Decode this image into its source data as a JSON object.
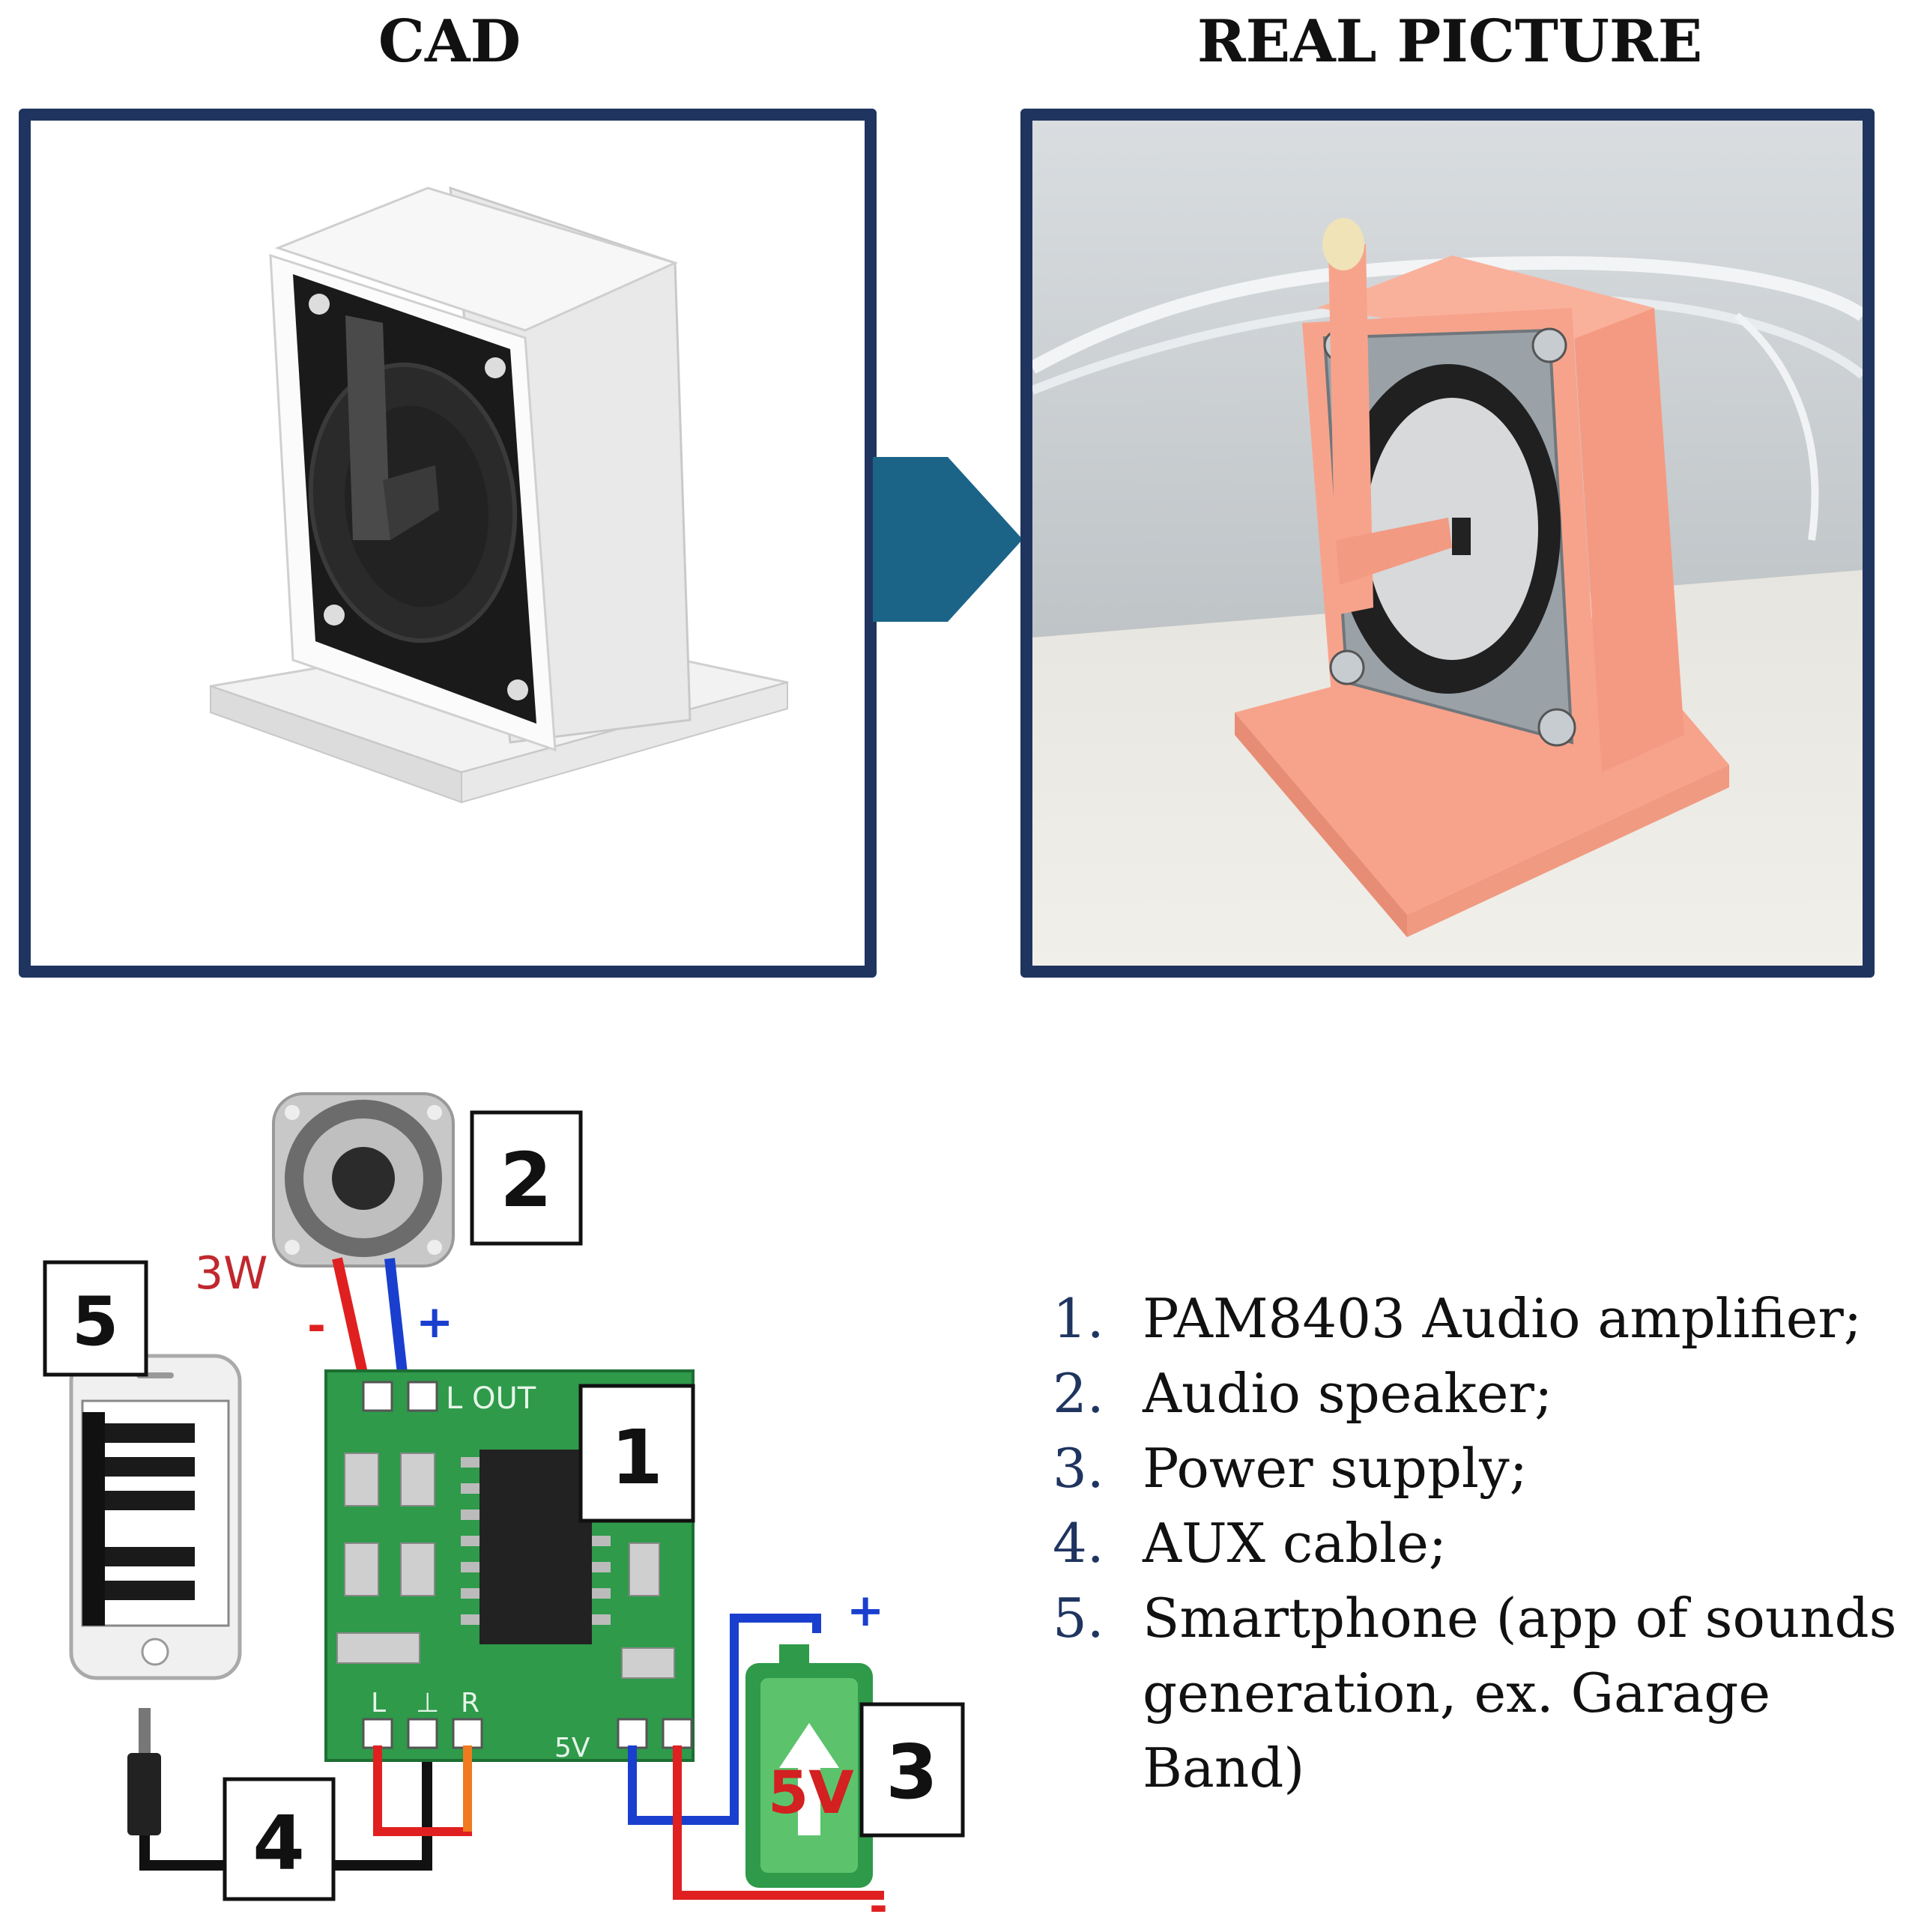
{
  "headings": {
    "cad": "CAD",
    "real_picture": "REAL PICTURE"
  },
  "circuit": {
    "callouts": [
      "1",
      "2",
      "3",
      "4",
      "5"
    ],
    "speaker_power": "3W",
    "minus": "-",
    "plus": "+",
    "board_label_out": "L OUT",
    "board_label_l": "L",
    "board_label_ground": "⊥",
    "board_label_r": "R",
    "board_label_5v": "5V",
    "battery_voltage": "5V"
  },
  "legend": [
    {
      "num": "1.",
      "text": "PAM8403 Audio amplifier;"
    },
    {
      "num": "2.",
      "text": "Audio speaker;"
    },
    {
      "num": "3.",
      "text": "Power supply;"
    },
    {
      "num": "4.",
      "text": "AUX cable;"
    },
    {
      "num": "5.",
      "text": "Smartphone (app of sounds generation, ex. Garage Band)"
    }
  ],
  "colors": {
    "frame": "#1f3560",
    "arrow": "#1b6488",
    "pcb": "#2e9a4a",
    "wire_red": "#e02020",
    "wire_blue": "#1a3fcf",
    "wire_orange": "#f07a20",
    "pla_pink": "#f7a38c"
  }
}
